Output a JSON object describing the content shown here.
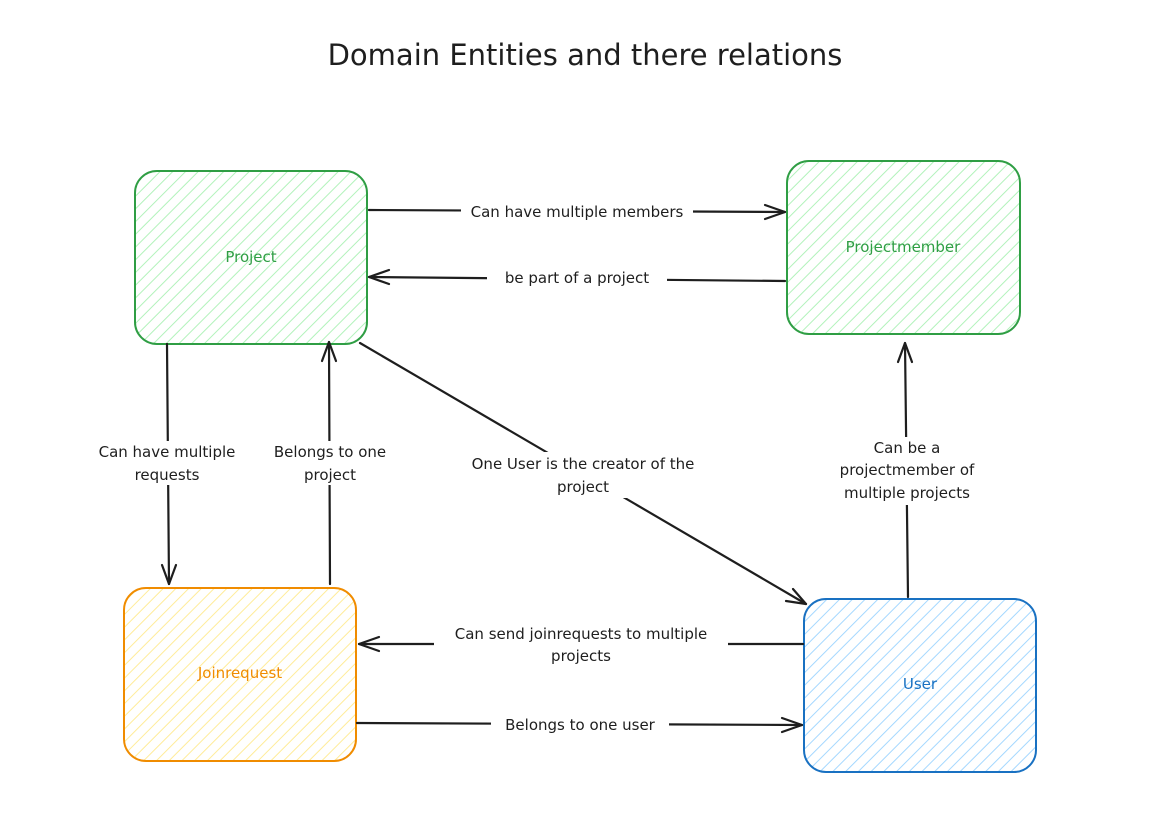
{
  "title": "Domain Entities and there relations",
  "nodes": {
    "project": {
      "label": "Project",
      "stroke": "#2f9e44",
      "fill": "#b2f2bb"
    },
    "projectmember": {
      "label": "Projectmember",
      "stroke": "#2f9e44",
      "fill": "#b2f2bb"
    },
    "joinrequest": {
      "label": "Joinrequest",
      "stroke": "#f08c00",
      "fill": "#ffec99"
    },
    "user": {
      "label": "User",
      "stroke": "#1971c2",
      "fill": "#a5d8ff"
    }
  },
  "edges": {
    "project_to_member": {
      "from": "Project",
      "to": "Projectmember",
      "lines": [
        "Can have multiple members"
      ]
    },
    "member_to_project": {
      "from": "Projectmember",
      "to": "Project",
      "lines": [
        "be part of a project"
      ]
    },
    "project_to_joinrequest": {
      "from": "Project",
      "to": "Joinrequest",
      "lines": [
        "Can have multiple",
        "requests"
      ]
    },
    "joinrequest_to_project": {
      "from": "Joinrequest",
      "to": "Project",
      "lines": [
        "Belongs to one",
        "project"
      ]
    },
    "project_to_user": {
      "from": "Project",
      "to": "User",
      "lines": [
        "One User is the creator of the",
        "project"
      ]
    },
    "user_to_member": {
      "from": "User",
      "to": "Projectmember",
      "lines": [
        "Can be a",
        "projectmember of",
        "multiple projects"
      ]
    },
    "user_to_joinrequest": {
      "from": "User",
      "to": "Joinrequest",
      "lines": [
        "Can send joinrequests to multiple",
        "projects"
      ]
    },
    "joinrequest_to_user": {
      "from": "Joinrequest",
      "to": "User",
      "lines": [
        "Belongs to one user"
      ]
    }
  }
}
